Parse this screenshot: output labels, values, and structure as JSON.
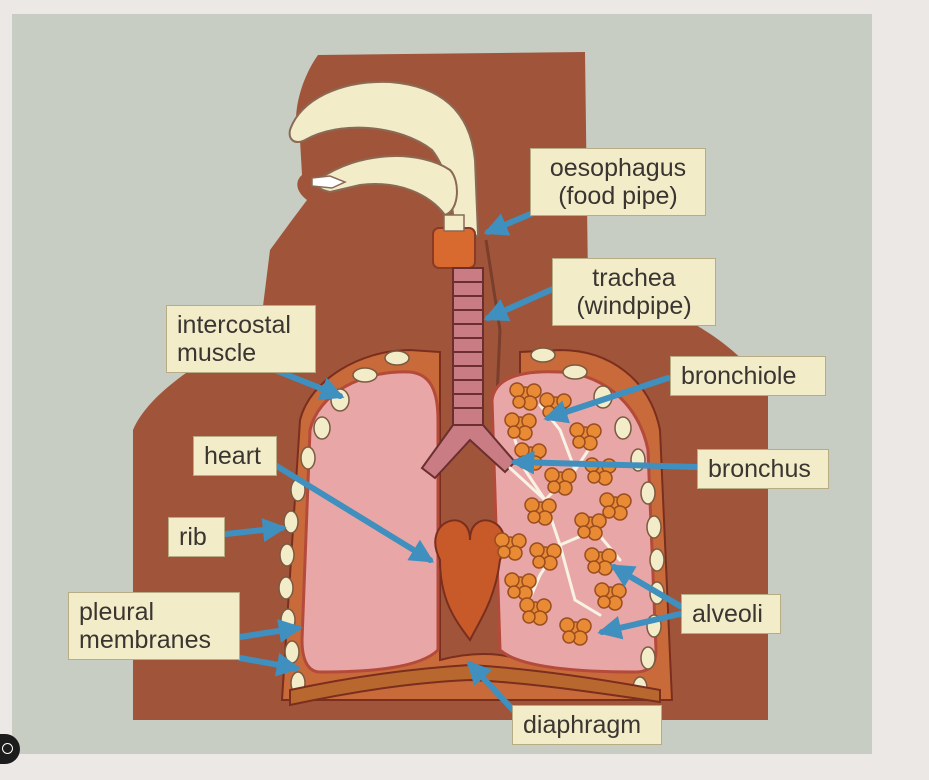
{
  "labels": {
    "oesophagus": [
      "oesophagus",
      "(food pipe)"
    ],
    "trachea": [
      "trachea",
      "(windpipe)"
    ],
    "intercostal": [
      "intercostal",
      "muscle"
    ],
    "bronchiole": "bronchiole",
    "heart": "heart",
    "bronchus": "bronchus",
    "rib": "rib",
    "pleural": [
      "pleural",
      "membranes"
    ],
    "alveoli": "alveoli",
    "diaphragm": "diaphragm"
  },
  "colors": {
    "background_panel": "#c7cdc2",
    "body": "#a0553a",
    "lung": "#e9a6a6",
    "lung_border": "#c85a3a",
    "alveoli": "#e98a35",
    "trachea": "#c97c83",
    "label_fill": "#f3ecc9",
    "arrow": "#3f8fbf"
  }
}
